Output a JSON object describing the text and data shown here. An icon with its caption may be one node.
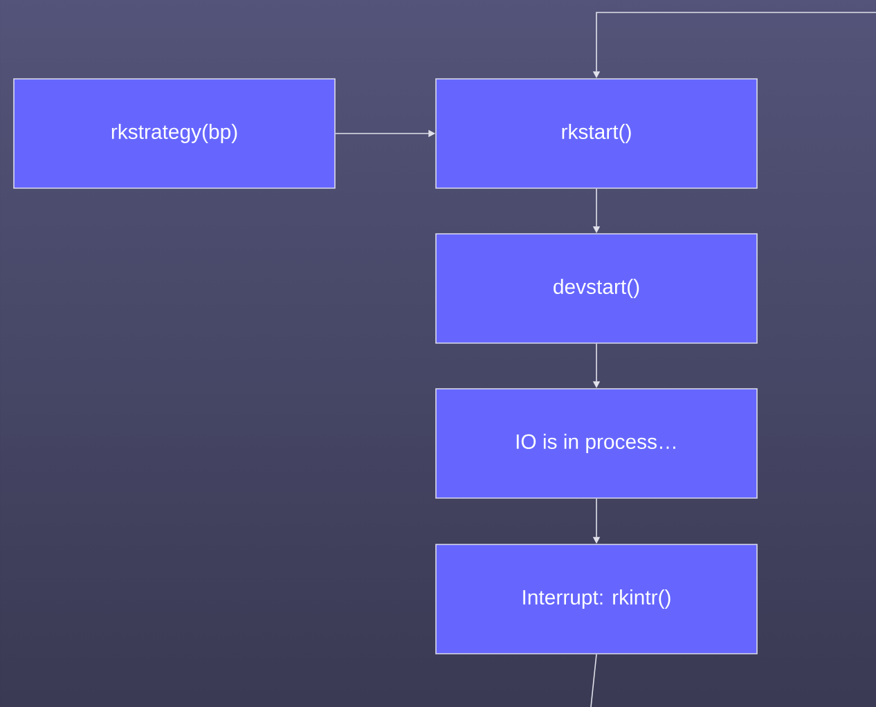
{
  "diagram": {
    "nodes": [
      {
        "text": [
          "rkstrategy(bp)"
        ]
      },
      {
        "text": [
          "rkstart()"
        ]
      },
      {
        "text": [
          "devstart()"
        ]
      },
      {
        "text": [
          "IO is in process…"
        ]
      },
      {
        "text": [
          "Interrupt: rkintr()"
        ]
      }
    ],
    "edges": [
      {
        "from": 0,
        "to": 1,
        "arrow": "to"
      },
      {
        "from": 1,
        "to": 2,
        "arrow": "to"
      },
      {
        "from": 2,
        "to": 3,
        "arrow": "to"
      },
      {
        "from": 3,
        "to": 4,
        "arrow": "to"
      },
      {
        "from": 4,
        "to": null,
        "arrow": "none"
      },
      {
        "from": null,
        "to": 1,
        "arrow": "to"
      }
    ]
  }
}
